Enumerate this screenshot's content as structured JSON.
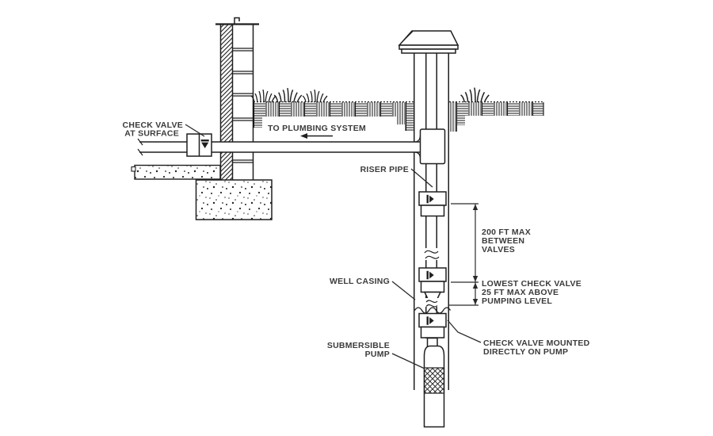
{
  "diagram": {
    "labels": {
      "check_valve_at_surface": [
        "CHECK VALVE",
        "AT SURFACE"
      ],
      "to_plumbing_system": "TO PLUMBING SYSTEM",
      "riser_pipe": "RISER PIPE",
      "between_valves": [
        "200 FT MAX",
        "BETWEEN",
        "VALVES"
      ],
      "well_casing": "WELL CASING",
      "lowest_check_valve": [
        "LOWEST CHECK VALVE",
        "25 FT MAX ABOVE",
        "PUMPING LEVEL"
      ],
      "submersible_pump": [
        "SUBMERSIBLE",
        "PUMP"
      ],
      "check_valve_on_pump": [
        "CHECK VALVE MOUNTED",
        "DIRECTLY ON PUMP"
      ]
    },
    "icons": {
      "check-valve-icon": "filled funnel/flag valve glyph",
      "flow-arrow-icon": "left-pointing arrow",
      "grass-icon": "grass tuft blades",
      "pipe-break-icon": "double S-curl squiggle",
      "water-level-icon": "wavy line"
    },
    "colors": {
      "line": "#1f1f1f",
      "text": "#3b3b3b",
      "background": "#ffffff"
    }
  }
}
